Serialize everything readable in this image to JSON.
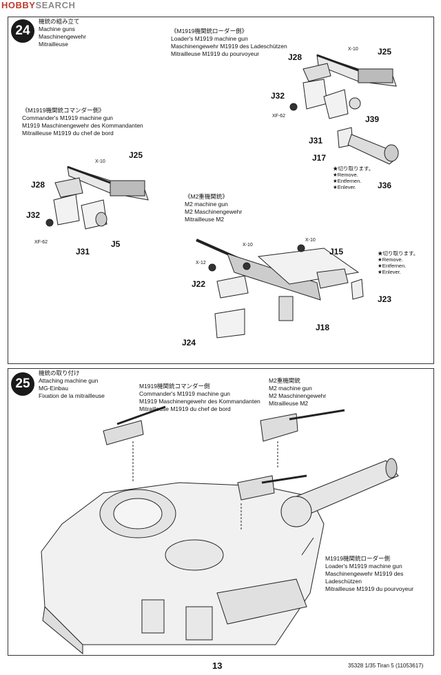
{
  "watermark": {
    "logo": "HOBBY",
    "brand": "SEARCH"
  },
  "step24": {
    "number": "24",
    "title": [
      "機銃の組み立て",
      "Machine guns",
      "Maschinengewehr",
      "Mitrailleuse"
    ],
    "loader_gun": {
      "heading": [
        "《M1919機関銃ローダー側》",
        "Loader's M1919 machine gun",
        "Maschinengewehr M1919 des Ladeschützen",
        "Mitrailleuse M1919 du pourvoyeur"
      ],
      "parts": {
        "x10": "X-10",
        "j25": "J25",
        "j28": "J28",
        "j32": "J32",
        "xf62": "XF-62",
        "j39": "J39",
        "j31": "J31",
        "j17": "J17",
        "j36": "J36"
      },
      "remove_note": [
        "★切り取ります。",
        "★Remove.",
        "★Entfernen.",
        "★Enlever."
      ]
    },
    "commander_gun": {
      "heading": [
        "《M1919機関銃コマンダー側》",
        "Commander's M1919 machine gun",
        "M1919 Maschinengewehr des Kommandanten",
        "Mitrailleuse M1919 du chef de bord"
      ],
      "parts": {
        "x10": "X-10",
        "j25": "J25",
        "j28": "J28",
        "j32": "J32",
        "xf62": "XF-62",
        "j31": "J31",
        "j5": "J5"
      }
    },
    "m2_gun": {
      "heading": [
        "《M2重機関銃》",
        "M2 machine gun",
        "M2 Maschinengewehr",
        "Mitrailleuse M2"
      ],
      "parts": {
        "x10a": "X-10",
        "x10b": "X-10",
        "x12": "X-12",
        "j15": "J15",
        "j22": "J22",
        "j23": "J23",
        "j18": "J18",
        "j24": "J24"
      },
      "remove_note": [
        "★切り取ります。",
        "★Remove.",
        "★Entfernen.",
        "★Enlever."
      ]
    }
  },
  "step25": {
    "number": "25",
    "title": [
      "機銃の取り付け",
      "Attaching machine gun",
      "MG-Einbau",
      "Fixation de la mitrailleuse"
    ],
    "commander_label": [
      "M1919機関銃コマンダー側",
      "Commander's M1919 machine gun",
      "M1919 Maschinengewehr des Kommandanten",
      "Mitrailleuse M1919 du chef de bord"
    ],
    "m2_label": [
      "M2重機関銃",
      "M2 machine gun",
      "M2 Maschinengewehr",
      "Mitrailleuse M2"
    ],
    "loader_label": [
      "M1919機関銃ローダー側",
      "Loader's M1919 machine gun",
      "Maschinengewehr M1919 des",
      "Ladeschützen",
      "Mitrailleuse M1919 du pourvoyeur"
    ]
  },
  "footer": {
    "page": "13",
    "code": "35328  1/35 Tiran 5 (11053617)"
  }
}
